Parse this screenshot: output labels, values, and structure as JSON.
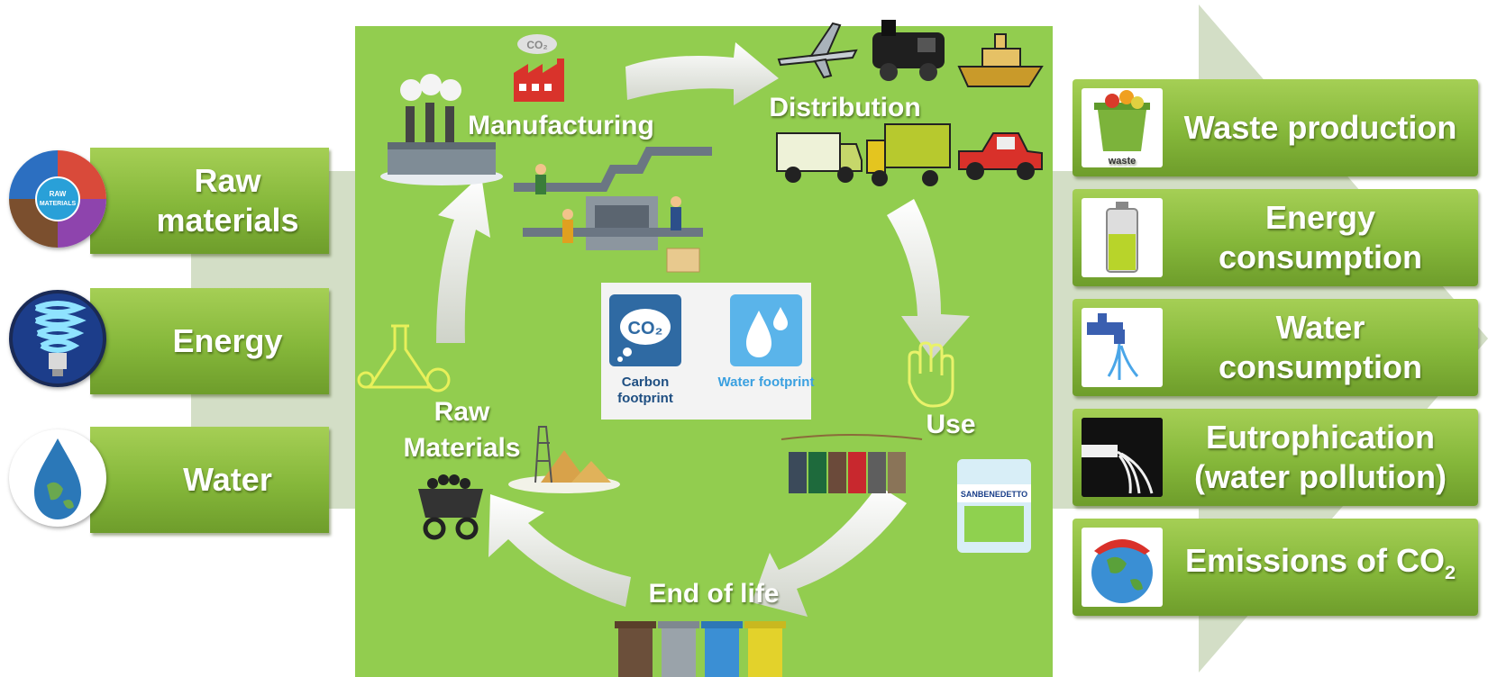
{
  "inputs": [
    {
      "label": "Raw materials",
      "icon": "raw-materials-icon",
      "icon_text": "RAW MATERIALS"
    },
    {
      "label": "Energy",
      "icon": "light-bulb-icon"
    },
    {
      "label": "Water",
      "icon": "water-drop-earth-icon"
    }
  ],
  "stages": {
    "manufacturing": "Manufacturing",
    "distribution": "Distribution",
    "use": "Use",
    "end_of_life": "End of life",
    "raw_materials": "Raw Materials"
  },
  "factory_badge": "CO₂",
  "footprints": {
    "carbon_icon_text": "CO₂",
    "carbon_label": "Carbon footprint",
    "water_label": "Water footprint"
  },
  "bottle_brand": "SANBENEDETTO",
  "outputs": [
    {
      "label": "Waste production",
      "icon": "waste-bin-icon",
      "icon_text": "waste"
    },
    {
      "label": "Energy consumption",
      "icon": "battery-icon"
    },
    {
      "label": "Water consumption",
      "icon": "faucet-icon"
    },
    {
      "label": "Eutrophication (water pollution)",
      "icon": "pollution-pipe-icon"
    },
    {
      "label": "Emissions of CO",
      "sub": "2",
      "icon": "sick-earth-icon"
    }
  ],
  "colors": {
    "panel": "#92cd4f",
    "box_green": "#85b73a",
    "arrow_bg": "#cfdcc0",
    "carbon_blue": "#2f6aa3",
    "water_blue": "#5ab4ea"
  }
}
